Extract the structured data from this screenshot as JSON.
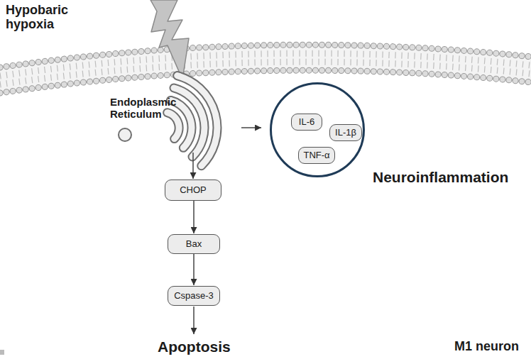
{
  "diagram": {
    "nodes": [
      {
        "text": [
          "Endoplasmic Reticulum"
        ]
      },
      {
        "text": [
          "Neuroinflammation"
        ]
      },
      {
        "text": [
          "IL-6"
        ],
        "in": 1
      },
      {
        "text": [
          "IL-1β"
        ],
        "in": 1
      },
      {
        "text": [
          "TNF-α"
        ],
        "in": 1
      },
      {
        "text": [
          "CHOP"
        ]
      },
      {
        "text": [
          "Bax"
        ]
      },
      {
        "text": [
          "Cspase-3"
        ]
      }
    ],
    "edges": [
      {
        "from": 0,
        "to": 1,
        "arrow": "to"
      },
      {
        "from": 0,
        "to": 5,
        "arrow": "to"
      },
      {
        "from": 5,
        "to": 6,
        "arrow": "to"
      },
      {
        "from": 6,
        "to": 7,
        "arrow": "to"
      }
    ],
    "labels": [
      "Hypobaric hypoxia",
      "Apoptosis",
      "M1 neuron"
    ]
  }
}
